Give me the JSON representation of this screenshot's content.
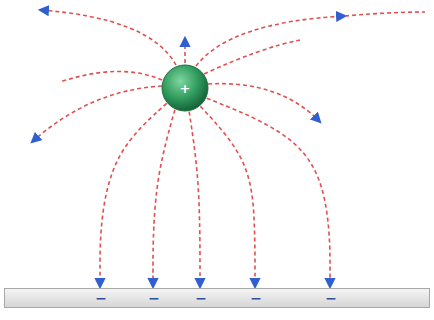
{
  "diagram": {
    "nodes": [
      {
        "text": [
          "+"
        ]
      },
      {
        "text": [
          "−",
          "−",
          "−",
          "−",
          "−"
        ]
      }
    ],
    "edges": [
      {
        "from": 0,
        "to": 1,
        "arrow": "to"
      },
      {
        "from": 0,
        "to": 1,
        "arrow": "to"
      },
      {
        "from": 0,
        "to": 1,
        "arrow": "to"
      },
      {
        "from": 0,
        "to": 1,
        "arrow": "to"
      },
      {
        "from": 0,
        "to": 1,
        "arrow": "to"
      }
    ]
  }
}
